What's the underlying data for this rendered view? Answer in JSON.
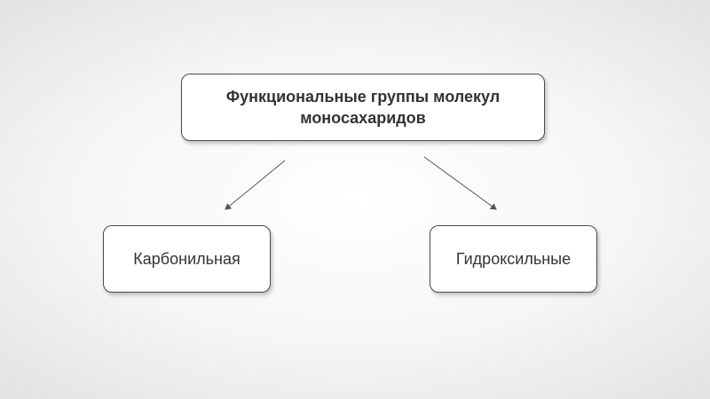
{
  "diagram": {
    "root": {
      "label": "Функциональные группы молекул моносахаридов"
    },
    "children": [
      {
        "label": "Карбонильная"
      },
      {
        "label": "Гидроксильные"
      }
    ],
    "colors": {
      "box_border": "#4a4a4a",
      "text": "#333333",
      "arrow": "#555555"
    }
  }
}
